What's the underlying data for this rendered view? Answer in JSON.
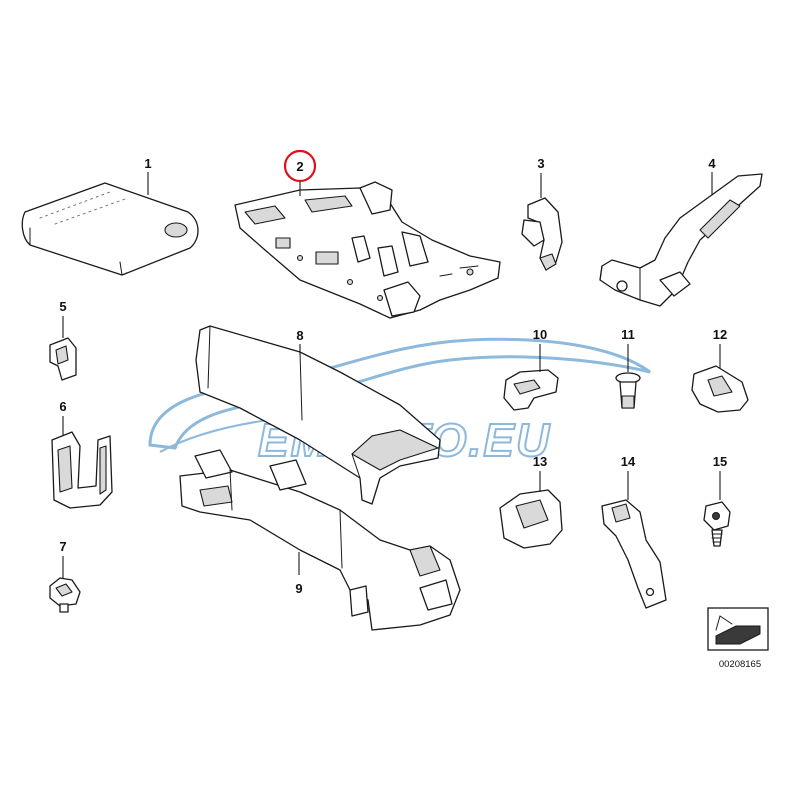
{
  "diagram": {
    "callouts": [
      {
        "id": "1",
        "label": "1"
      },
      {
        "id": "2",
        "label": "2",
        "highlighted": true
      },
      {
        "id": "3",
        "label": "3"
      },
      {
        "id": "4",
        "label": "4"
      },
      {
        "id": "5",
        "label": "5"
      },
      {
        "id": "6",
        "label": "6"
      },
      {
        "id": "7",
        "label": "7"
      },
      {
        "id": "8",
        "label": "8"
      },
      {
        "id": "9",
        "label": "9"
      },
      {
        "id": "10",
        "label": "10"
      },
      {
        "id": "11",
        "label": "11"
      },
      {
        "id": "12",
        "label": "12"
      },
      {
        "id": "13",
        "label": "13"
      },
      {
        "id": "14",
        "label": "14"
      },
      {
        "id": "15",
        "label": "15"
      }
    ],
    "reference_number": "00208165",
    "highlight_color": "#e0101a",
    "line_color": "#1a1a1a"
  },
  "watermark": {
    "text": "EMAUTO.EU",
    "color_blue": "#2f7fc1",
    "color_red": "#e0301e"
  }
}
